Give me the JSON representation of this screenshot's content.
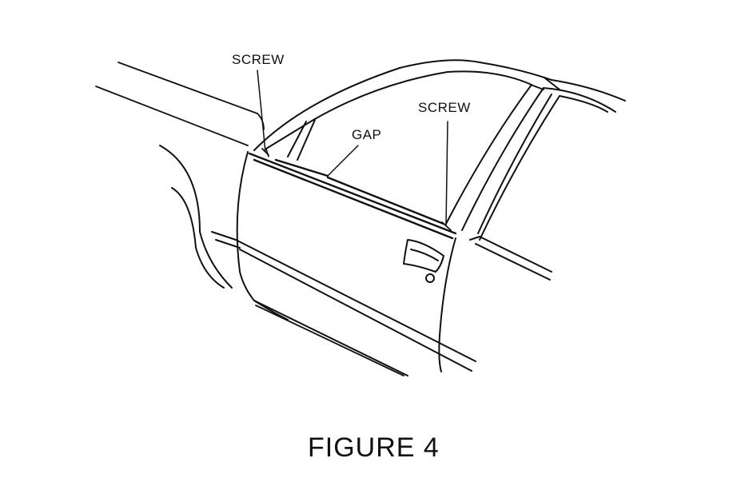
{
  "labels": {
    "screw_left": "SCREW",
    "gap": "GAP",
    "screw_right": "SCREW"
  },
  "caption": "FIGURE 4",
  "colors": {
    "ink": "#111111",
    "paper": "#ffffff"
  }
}
